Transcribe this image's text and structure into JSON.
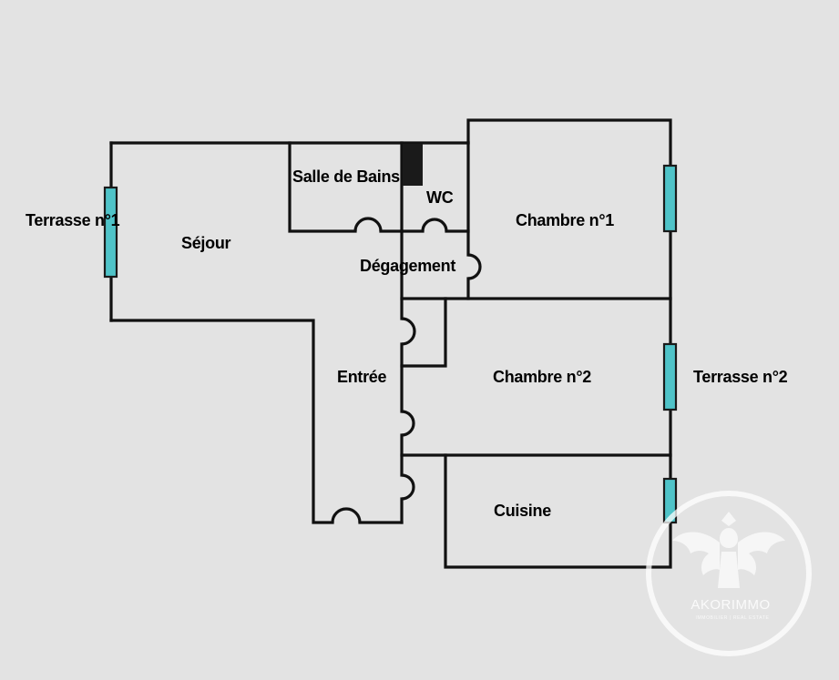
{
  "rooms": {
    "terrasse_1": "Terrasse n°1",
    "sejour": "Séjour",
    "salle_de_bains": "Salle de Bains",
    "wc": "WC",
    "chambre_1": "Chambre n°1",
    "degagement": "Dégagement",
    "entree": "Entrée",
    "chambre_2": "Chambre n°2",
    "terrasse_2": "Terrasse n°2",
    "cuisine": "Cuisine"
  },
  "watermark": {
    "brand": "AKORIMMO",
    "tagline": "IMMOBILIER | REAL ESTATE"
  },
  "colors": {
    "background": "#e3e3e3",
    "wall": "#111111",
    "window": "#4fc3c8",
    "duct": "#1a1a1a",
    "watermark": "#ffffff"
  }
}
